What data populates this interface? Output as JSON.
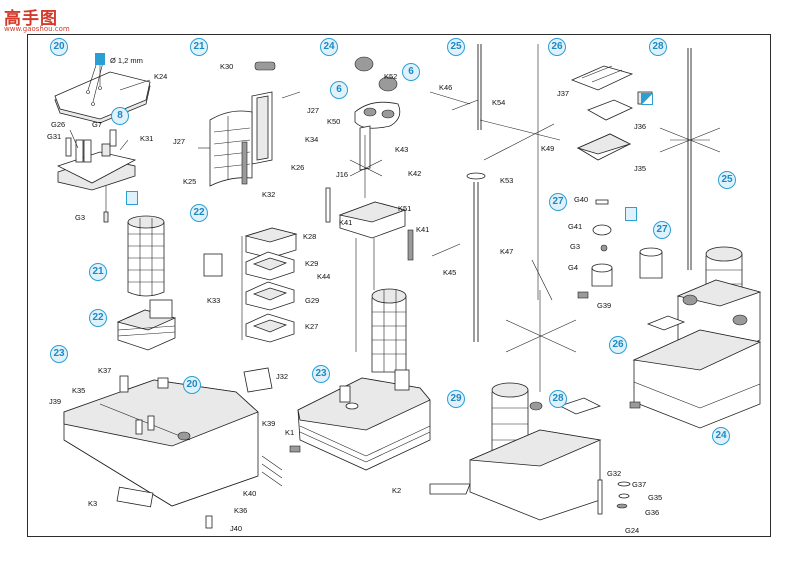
{
  "watermark": {
    "title": "高手图",
    "url": "www.gaoshou.com"
  },
  "steps": {
    "s20a": "20",
    "s21a": "21",
    "s24a": "24",
    "s25a": "25",
    "s26a": "26",
    "s28a": "28",
    "s22b": "22",
    "s27b": "27",
    "s8": "8",
    "s21c": "21",
    "s22c": "22",
    "s6a": "6",
    "s6b": "6",
    "s25c": "25",
    "s27c": "27",
    "s23a": "23",
    "s23b": "23",
    "s20c": "20",
    "s29": "29",
    "s28c": "28",
    "s26c": "26",
    "s24c": "24"
  },
  "labels": {
    "drill": "Ø 1,2 mm",
    "K24": "K24",
    "G26": "G26",
    "G7": "G7",
    "G31": "G31",
    "K31": "K31",
    "G3a": "G3",
    "K30": "K30",
    "J27": "J27",
    "K34": "K34",
    "K25": "K25",
    "K26": "K26",
    "K32": "K32",
    "K28": "K28",
    "K29": "K29",
    "K33": "K33",
    "G29": "G29",
    "K27": "K27",
    "K52": "K52",
    "K50": "K50",
    "K43": "K43",
    "J16": "J16",
    "K42": "K42",
    "K51": "K51",
    "K41a": "K41",
    "K41b": "K41",
    "K44": "K44",
    "K1": "K1",
    "K46": "K46",
    "K54": "K54",
    "K49": "K49",
    "K53": "K53",
    "K47": "K47",
    "K45": "K45",
    "J37": "J37",
    "J36": "J36",
    "J35": "J35",
    "G40": "G40",
    "G41": "G41",
    "G3b": "G3",
    "G4": "G4",
    "G39": "G39",
    "K37": "K37",
    "K35": "K35",
    "J39": "J39",
    "J32": "J32",
    "K39": "K39",
    "K40": "K40",
    "K3": "K3",
    "K36": "K36",
    "J40": "J40",
    "K2": "K2",
    "G32": "G32",
    "G37": "G37",
    "G35": "G35",
    "G36": "G36",
    "G24": "G24"
  },
  "icons": {
    "drill_icon": "drill-hole-icon",
    "glue_icon": "glue-icon",
    "paint_icon": "paint-icon"
  },
  "colors": {
    "callout_fill": "#dff2fb",
    "callout_stroke": "#2b9fd4",
    "callout_text": "#1f88c2",
    "watermark": "#d43a2a"
  }
}
